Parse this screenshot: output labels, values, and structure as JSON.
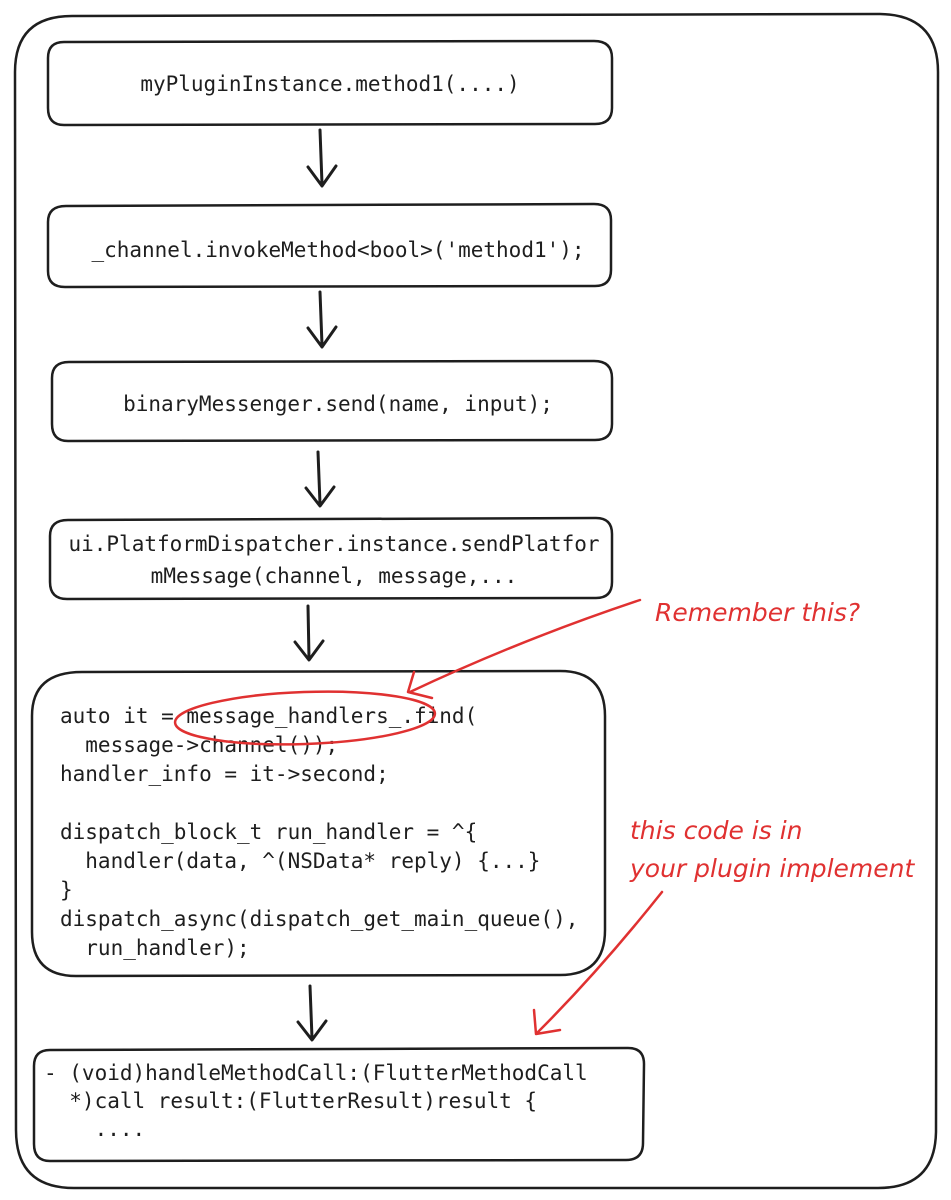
{
  "nodes": {
    "step1": {
      "text": "myPluginInstance.method1(....)"
    },
    "step2": {
      "text": "_channel.invokeMethod<bool>('method1');"
    },
    "step3": {
      "text": "binaryMessenger.send(name, input);"
    },
    "step4": {
      "line1": "ui.PlatformDispatcher.instance.sendPlatfor",
      "line2": "mMessage(channel, message,..."
    },
    "step5": {
      "lines": [
        "auto it = message_handlers_.find(",
        "  message->channel());",
        "handler_info = it->second;",
        "",
        "dispatch_block_t run_handler = ^{",
        "  handler(data, ^(NSData* reply) {...}",
        "}",
        "dispatch_async(dispatch_get_main_queue(),",
        "  run_handler);"
      ]
    },
    "step6": {
      "lines": [
        "- (void)handleMethodCall:(FlutterMethodCall",
        "  *)call result:(FlutterResult)result {",
        "    ...."
      ]
    }
  },
  "annotations": {
    "remember": "Remember this?",
    "plugin_line1": "this code is in",
    "plugin_line2": "your plugin implement"
  },
  "colors": {
    "ink": "#1e1e1e",
    "annotation": "#e03131",
    "background": "#ffffff"
  }
}
